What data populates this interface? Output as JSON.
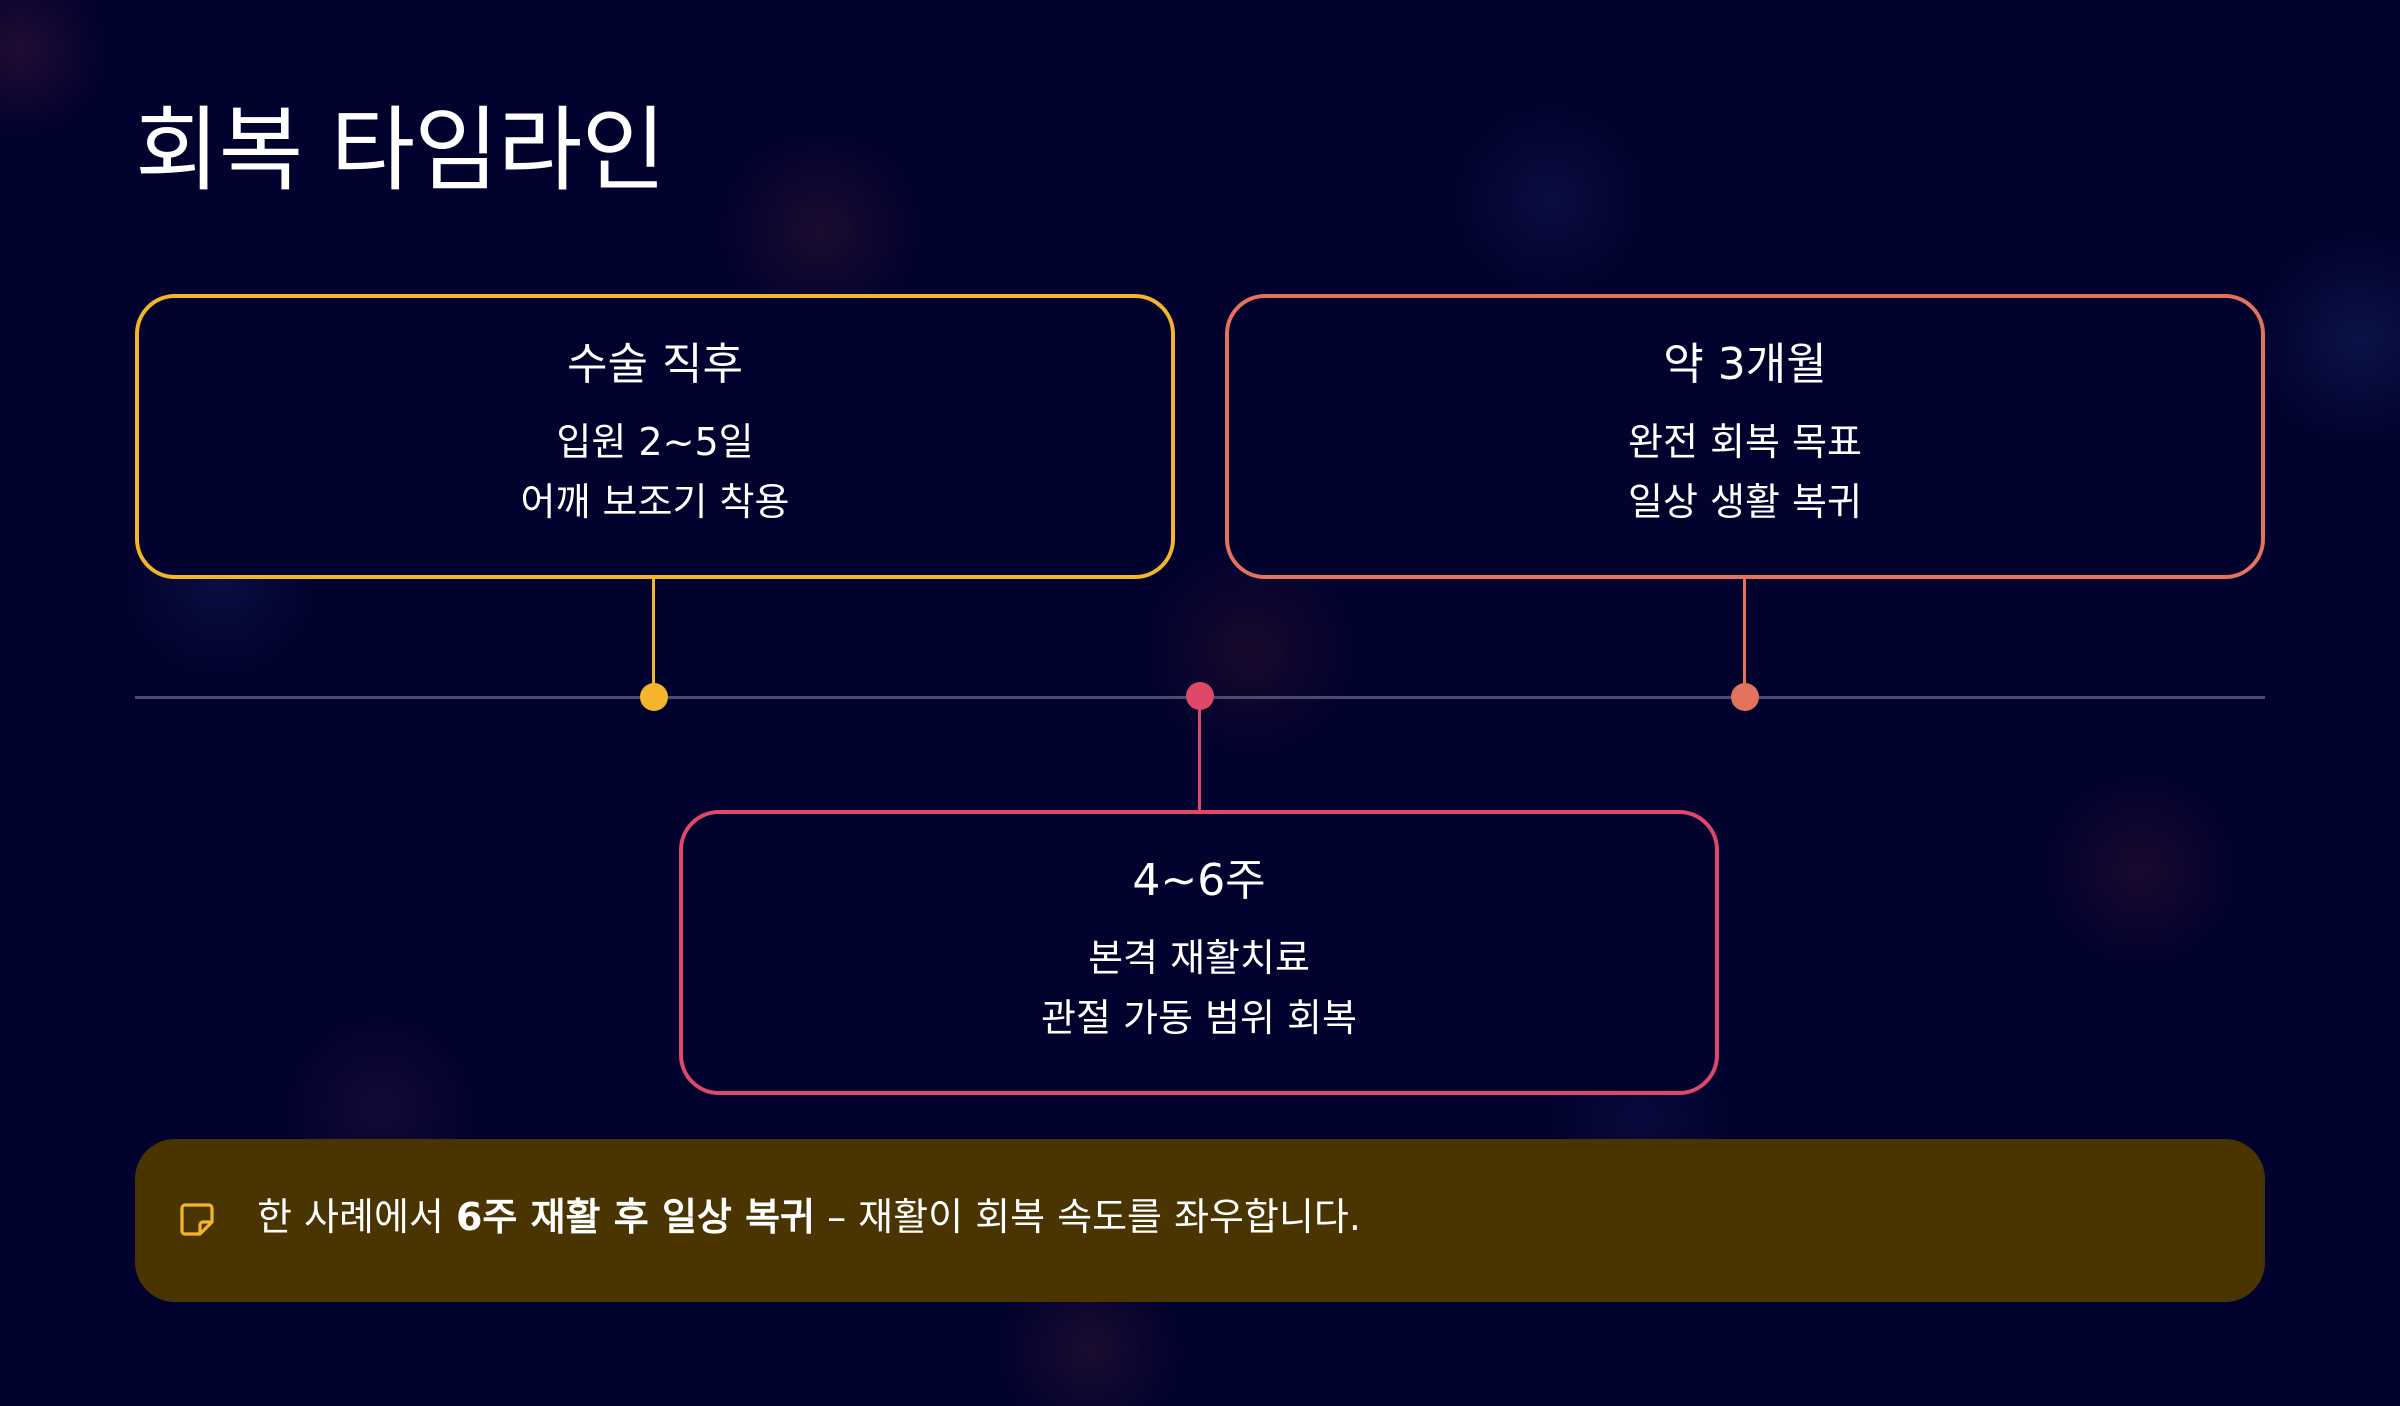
{
  "title": "회복 타임라인",
  "colors": {
    "background": "#02022e",
    "stage1": "#f4b52c",
    "stage2": "#e0486a",
    "stage3": "#e4735e",
    "timeline": "#4b4b6a",
    "note_background": "#4a3402",
    "note_icon": "#f4b52c"
  },
  "stages": [
    {
      "title": "수술 직후",
      "lines": [
        "입원 2~5일",
        "어깨 보조기 착용"
      ]
    },
    {
      "title": "4~6주",
      "lines": [
        "본격 재활치료",
        "관절 가동 범위 회복"
      ]
    },
    {
      "title": "약 3개월",
      "lines": [
        "완전 회복 목표",
        "일상 생활 복귀"
      ]
    }
  ],
  "note": {
    "icon": "sticky-note-icon",
    "prefix": "한 사례에서 ",
    "highlight": "6주 재활 후 일상 복귀",
    "suffix": " – 재활이 회복 속도를 좌우합니다."
  }
}
